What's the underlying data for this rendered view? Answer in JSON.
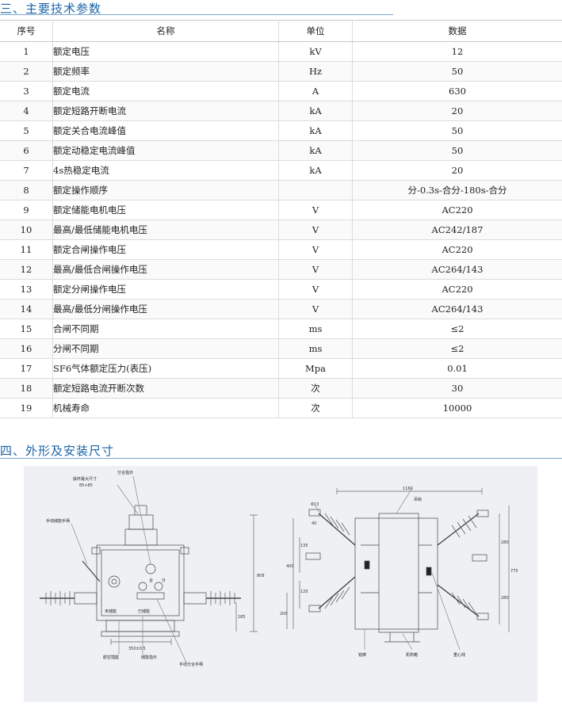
{
  "section3": {
    "title": "三、主要技术参数"
  },
  "table": {
    "headers": {
      "index": "序号",
      "name": "名称",
      "unit": "单位",
      "value": "数据"
    },
    "rows": [
      {
        "index": "1",
        "name": "额定电压",
        "unit": "kV",
        "value": "12"
      },
      {
        "index": "2",
        "name": "额定频率",
        "unit": "Hz",
        "value": "50"
      },
      {
        "index": "3",
        "name": "额定电流",
        "unit": "A",
        "value": "630"
      },
      {
        "index": "4",
        "name": "额定短路开断电流",
        "unit": "kA",
        "value": "20"
      },
      {
        "index": "5",
        "name": "额定关合电流峰值",
        "unit": "kA",
        "value": "50"
      },
      {
        "index": "6",
        "name": "额定动稳定电流峰值",
        "unit": "kA",
        "value": "50"
      },
      {
        "index": "7",
        "name": "4s热稳定电流",
        "unit": "kA",
        "value": "20"
      },
      {
        "index": "8",
        "name": "额定操作顺序",
        "unit": "",
        "value": "分-0.3s-合分-180s-合分"
      },
      {
        "index": "9",
        "name": "额定储能电机电压",
        "unit": "V",
        "value": "AC220"
      },
      {
        "index": "10",
        "name": "最高/最低储能电机电压",
        "unit": "V",
        "value": "AC242/187"
      },
      {
        "index": "11",
        "name": "额定合闸操作电压",
        "unit": "V",
        "value": "AC220"
      },
      {
        "index": "12",
        "name": "最高/最低合闸操作电压",
        "unit": "V",
        "value": "AC264/143"
      },
      {
        "index": "13",
        "name": "额定分闸操作电压",
        "unit": "V",
        "value": "AC220"
      },
      {
        "index": "14",
        "name": "最高/最低分闸操作电压",
        "unit": "V",
        "value": "AC264/143"
      },
      {
        "index": "15",
        "name": "合闸不同期",
        "unit": "ms",
        "value": "≤2"
      },
      {
        "index": "16",
        "name": "分闸不同期",
        "unit": "ms",
        "value": "≤2"
      },
      {
        "index": "17",
        "name": "SF6气体额定压力(表压)",
        "unit": "Mpa",
        "value": "0.01"
      },
      {
        "index": "18",
        "name": "额定短路电流开断次数",
        "unit": "次",
        "value": "30"
      },
      {
        "index": "19",
        "name": "机械寿命",
        "unit": "次",
        "value": "10000"
      }
    ]
  },
  "section4": {
    "title": "四、外形及安装尺寸"
  },
  "drawing": {
    "left_view": {
      "callouts": {
        "rod_size": "操杆最大尺寸",
        "rod_dim": "85×85",
        "position_indicator": "分合指示",
        "manual_charge_handle": "手动储能手柄",
        "uncharged": "未储能",
        "charged": "已储能",
        "aviation_socket": "航空插座",
        "charge_indicator": "储能指示",
        "manual_open_close_handle": "手动分合手柄",
        "close_mark": "合",
        "open_mark": "分"
      },
      "dimensions": {
        "width": "350±0.5",
        "height": "808",
        "base": "185"
      }
    },
    "right_view": {
      "callouts": {
        "bracket": "吊钩",
        "diameter": "Φ13",
        "nameplate": "铭牌",
        "mechanism_box": "机构箱",
        "center_line": "重心线"
      },
      "dimensions": {
        "overall_width": "1160",
        "d_40": "40",
        "d_135": "135",
        "d_400": "400",
        "d_120": "120",
        "d_200": "200",
        "d_280a": "280",
        "d_280b": "280",
        "d_775": "775"
      }
    }
  }
}
